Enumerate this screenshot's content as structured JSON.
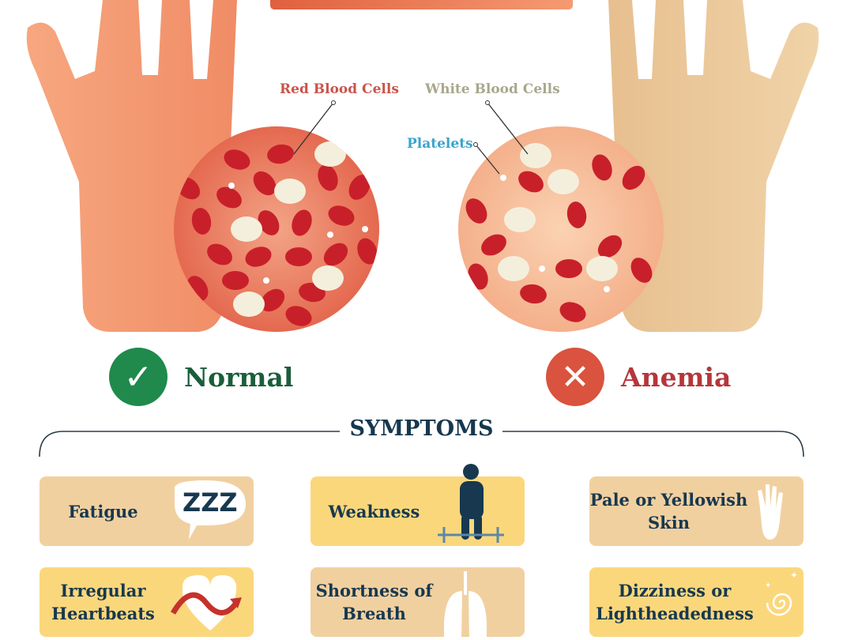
{
  "diagram": {
    "labels": {
      "red_blood_cells": "Red Blood Cells",
      "white_blood_cells": "White Blood Cells",
      "platelets": "Platelets"
    },
    "normal": {
      "label": "Normal",
      "icon": "check-icon",
      "color": "#1f8a4c"
    },
    "anemia": {
      "label": "Anemia",
      "icon": "close-icon",
      "color": "#d9533e"
    }
  },
  "symptoms": {
    "title": "SYMPTOMS",
    "items": [
      {
        "label": "Fatigue",
        "icon": "sleep-zzz-icon",
        "zzz": "ZZZ"
      },
      {
        "label": "Weakness",
        "icon": "weightlifter-icon"
      },
      {
        "label": "Pale or Yellowish Skin",
        "icon": "hand-icon"
      },
      {
        "label": "Irregular Heartbeats",
        "icon": "heartbeat-icon"
      },
      {
        "label": "Shortness of Breath",
        "icon": "lungs-icon"
      },
      {
        "label": "Dizziness or Lightheadedness",
        "icon": "spiral-icon"
      }
    ]
  },
  "colors": {
    "navy": "#17384f",
    "card_tan": "#f1d0a0",
    "card_yellow": "#fbd77c"
  }
}
